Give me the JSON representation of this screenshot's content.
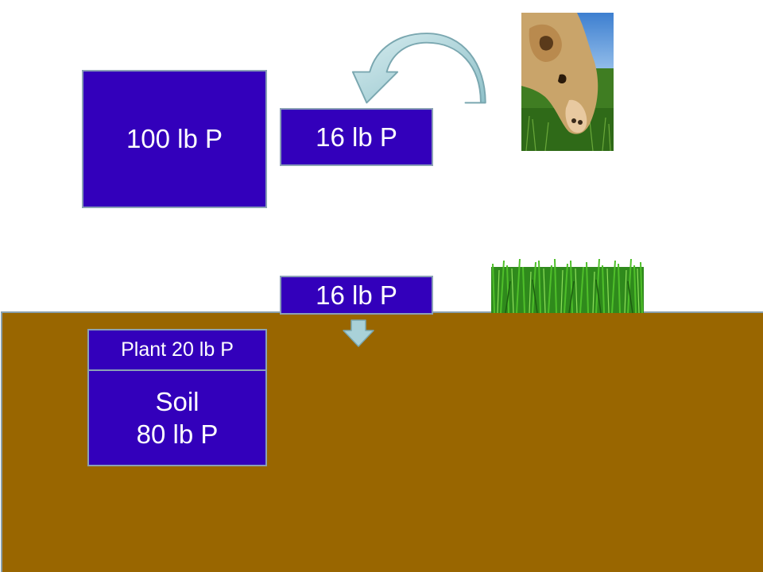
{
  "pools": {
    "total": "100 lb P",
    "manure_return": "16 lb P",
    "to_soil": "16 lb P",
    "plant": "Plant 20 lb P",
    "soil_label": "Soil",
    "soil_value": "80 lb P"
  },
  "colors": {
    "box_fill": "#3300bb",
    "box_border": "#8aa0b6",
    "soil_fill": "#996600",
    "arrow_fill": "#a9d1d8"
  },
  "images": {
    "cow": "cow-grazing-photo",
    "grass": "grass-photo"
  }
}
